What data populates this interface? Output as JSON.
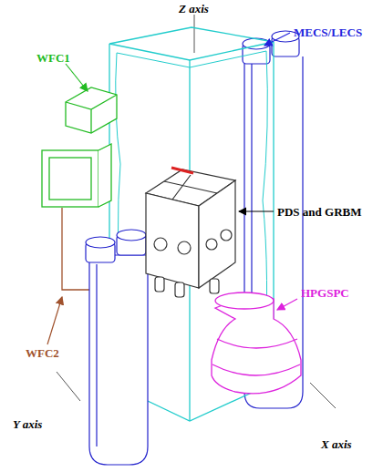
{
  "diagram": {
    "labels": [
      "Z axis",
      "MECS/LECS",
      "WFC1",
      "PDS and GRBM",
      "HPGSPC",
      "WFC2",
      "Y axis",
      "X axis"
    ]
  }
}
